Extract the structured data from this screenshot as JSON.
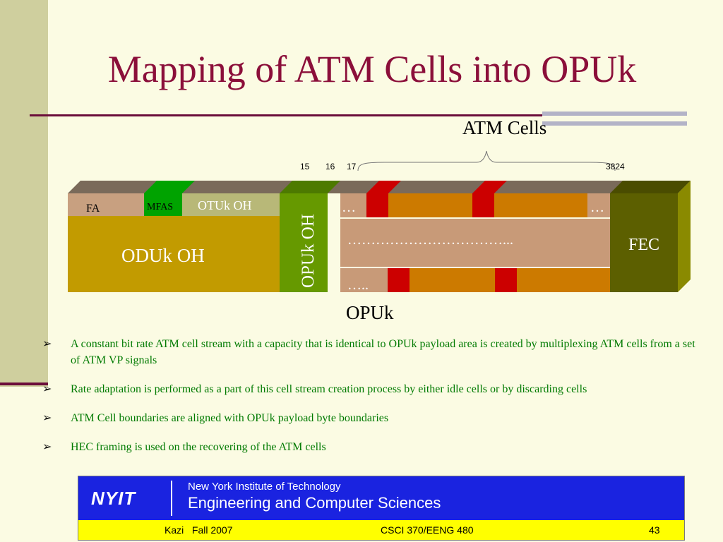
{
  "slide": {
    "title": "Mapping of ATM Cells into OPUk",
    "atm_cells_label": "ATM Cells",
    "opuk_label": "OPUk"
  },
  "diagram": {
    "column_numbers": [
      "15",
      "16",
      "17",
      "3824"
    ],
    "fa": "FA",
    "mfas": "MFAS",
    "otuk_oh": "OTUk OH",
    "oduk_oh": "ODUk OH",
    "opuk_oh": "OPUk OH",
    "fec": "FEC",
    "dots_top_left": "…",
    "dots_top_right": "…",
    "dots_middle": "……………………………...",
    "dots_bottom": "…..",
    "colors": {
      "oduk": "#c29b00",
      "opuk_oh": "#669900",
      "fec": "#5c5f00",
      "cell": "#cc7a00",
      "header": "#cc0000",
      "mfas": "#00a300",
      "otuk": "#b8b878",
      "fa": "#c8a080",
      "payload_grey": "#c89a78"
    }
  },
  "bullets": [
    {
      "mark": "➢",
      "text": "A constant bit rate ATM cell stream with a capacity that is identical to OPUk payload area is created by multiplexing ATM cells from a set of ATM VP signals"
    },
    {
      "mark": "➢",
      "text": "Rate adaptation is performed as a part of this cell stream creation process by either idle cells or by discarding cells"
    },
    {
      "mark": "➢",
      "text": "ATM Cell boundaries are aligned with OPUk payload byte boundaries"
    },
    {
      "mark": "➢",
      "text": "HEC framing is used on the recovering of the ATM cells"
    }
  ],
  "footer": {
    "logo": "NYIT",
    "institution": "New York Institute of Technology",
    "department": "Engineering and Computer Sciences",
    "author_term": "Kazi   Fall 2007",
    "course": "CSCI 370/EENG 480",
    "page": "43"
  }
}
